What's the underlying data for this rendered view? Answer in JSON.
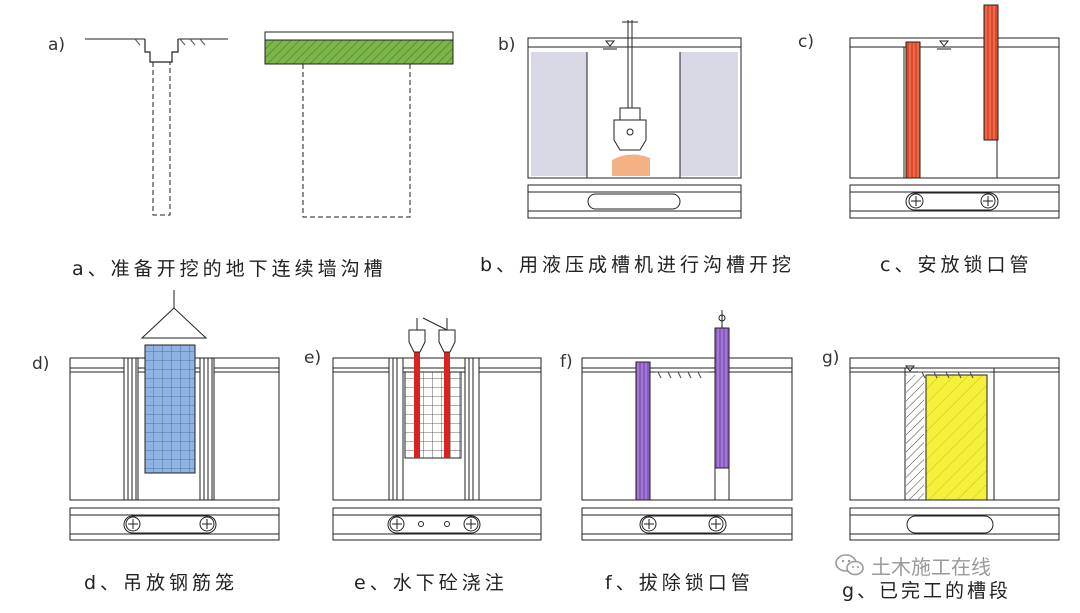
{
  "panels": [
    {
      "id": "a",
      "letter": "a)",
      "caption": "a、准备开挖的地下连续墙沟槽"
    },
    {
      "id": "b",
      "letter": "b)",
      "caption": "b、用液压成槽机进行沟槽开挖"
    },
    {
      "id": "c",
      "letter": "c)",
      "caption": "c、安放锁口管"
    },
    {
      "id": "d",
      "letter": "d)",
      "caption": "d、吊放钢筋笼"
    },
    {
      "id": "e",
      "letter": "e)",
      "caption": "e、水下砼浇注"
    },
    {
      "id": "f",
      "letter": "f)",
      "caption": "f、拔除锁口管"
    },
    {
      "id": "g",
      "letter": "g)",
      "caption": "g、已完工的槽段"
    }
  ],
  "watermark": {
    "text": "土木施工在线",
    "icon": "wechat-icon"
  },
  "colors": {
    "line": "#222222",
    "guide_wall_fill": "#7ab648",
    "slurry_grey": "#d9d9e6",
    "excavated_soil": "#f4b183",
    "lock_pipe_red": "#e04a2a",
    "rebar_cage_blue": "#8fb4e3",
    "tremie_red": "#d9231f",
    "lock_pipe_purple": "#8a5ac2",
    "concrete_yellow": "#f5f03a"
  }
}
